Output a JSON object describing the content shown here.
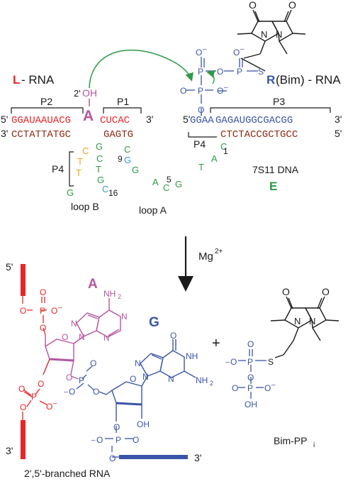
{
  "colors": {
    "red": "#e8252a",
    "brown": "#8b2a12",
    "blue": "#3a55a8",
    "green": "#2e9a48",
    "orange": "#f0a21c",
    "magenta": "#b5559f",
    "lightblue": "#3c9fd6",
    "black": "#1a1a1a"
  },
  "labels": {
    "l_letter": "L",
    "l_rest": " - RNA",
    "r_letter": "R",
    "r_rest": "(Bim) - RNA",
    "p1": "P1",
    "p2": "P2",
    "p3": "P3",
    "p4_left": "P4",
    "p4_right": "P4",
    "two_prime": "2'",
    "oh": "OH",
    "big_a": "A",
    "five_prime": "5'",
    "three_prime": "3'",
    "loop_b": "loop B",
    "loop_a": "loop A",
    "dna_name": "7S11 DNA",
    "e_letter": "E",
    "num_9": "9",
    "num_5": "5",
    "num_1": "1",
    "num_16": "16",
    "mg_base": "Mg",
    "mg_sup": "2+",
    "plus": "+",
    "bim_pp": "Bim-PP",
    "bim_pp_sub": "i",
    "branched_rna": "2',5'-branched RNA",
    "nuc_a": "A",
    "nuc_g": "G",
    "nh2": "NH",
    "nh2_sub": "2",
    "nh": "NH",
    "oh_label": "OH",
    "o": "O",
    "p": "P",
    "s": "S",
    "n": "N",
    "ominus": "O",
    "minus": "–"
  },
  "sequences": {
    "p2_top": "GGAUAAUACG",
    "p1_top": "CUCAC",
    "p2_bottom": "CCTATTATGC",
    "p1_bottom": "GAGTG",
    "p3_top_p4": "GGAA",
    "p3_top_rest": "GAGAUGGCGACGG",
    "p3_bottom": "CTCTACCGCTGCC"
  },
  "loop_b_letters": [
    {
      "text": "C",
      "color": "orange"
    },
    {
      "text": "T",
      "color": "orange"
    },
    {
      "text": "T",
      "color": "orange"
    },
    {
      "text": "G",
      "color": "green"
    },
    {
      "text": "G",
      "color": "green"
    },
    {
      "text": "C",
      "color": "green"
    },
    {
      "text": "T",
      "color": "green"
    },
    {
      "text": "G",
      "color": "green"
    },
    {
      "text": "C",
      "color": "lightblue"
    }
  ],
  "loop_a_letters": [
    {
      "text": "C",
      "color": "green"
    },
    {
      "text": "G",
      "color": "lightblue"
    },
    {
      "text": "G",
      "color": "green"
    },
    {
      "text": "A",
      "color": "green"
    },
    {
      "text": "C",
      "color": "green"
    },
    {
      "text": "G",
      "color": "green"
    },
    {
      "text": "T",
      "color": "green"
    },
    {
      "text": "A",
      "color": "green"
    },
    {
      "text": "C",
      "color": "green"
    }
  ]
}
